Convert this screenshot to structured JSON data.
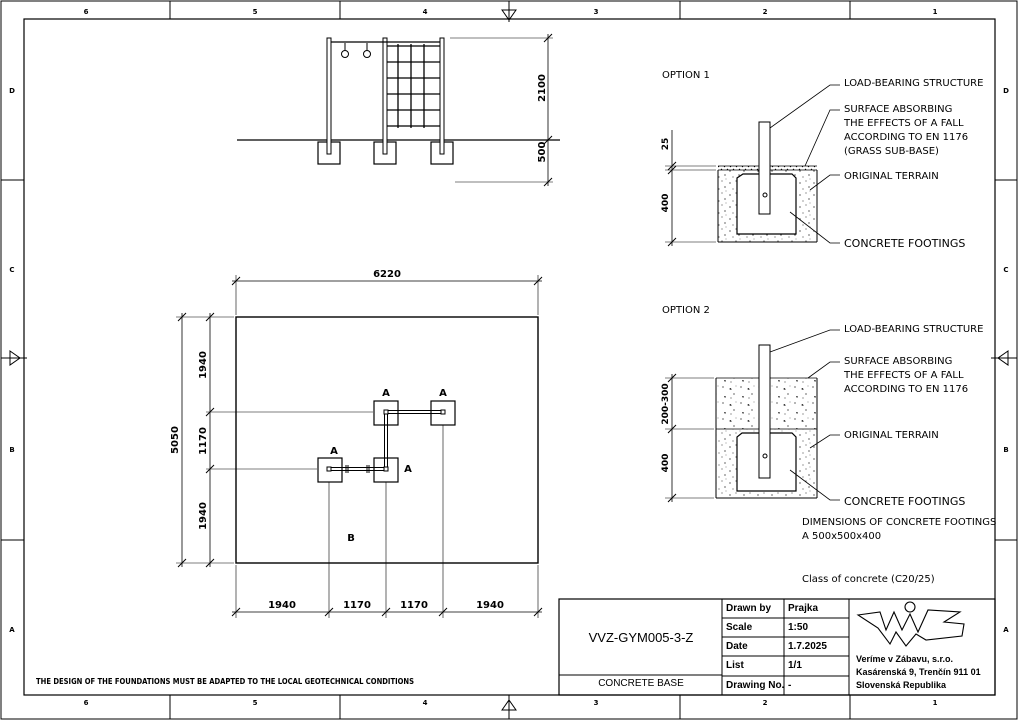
{
  "border": {
    "top_cols": [
      "6",
      "5",
      "4",
      "3",
      "2",
      "1"
    ],
    "bottom_cols": [
      "6",
      "5",
      "4",
      "3",
      "2",
      "1"
    ],
    "left_rows": [
      "D",
      "C",
      "B",
      "A"
    ],
    "right_rows": [
      "D",
      "C",
      "B",
      "A"
    ]
  },
  "elevation": {
    "dim_height": "2100",
    "dim_base": "500"
  },
  "plan": {
    "width": "6220",
    "height": "5050",
    "left_dims": [
      "1940",
      "1170",
      "1940"
    ],
    "bottom_dims": [
      "1940",
      "1170",
      "1170",
      "1940"
    ],
    "footing_labels": [
      "A",
      "A",
      "A",
      "A"
    ],
    "area_label": "B"
  },
  "option1": {
    "title": "OPTION 1",
    "dims": [
      "25",
      "400"
    ],
    "labels": {
      "load": "LOAD-BEARING STRUCTURE",
      "surface": [
        "SURFACE ABSORBING",
        "THE EFFECTS OF A FALL",
        "ACCORDING TO EN 1176",
        "(GRASS SUB-BASE)"
      ],
      "terrain": "ORIGINAL TERRAIN",
      "footings": "CONCRETE FOOTINGS"
    }
  },
  "option2": {
    "title": "OPTION 2",
    "dims": [
      "200-300",
      "400"
    ],
    "labels": {
      "load": "LOAD-BEARING STRUCTURE",
      "surface": [
        "SURFACE ABSORBING",
        "THE EFFECTS OF A FALL",
        "ACCORDING TO EN 1176"
      ],
      "terrain": "ORIGINAL TERRAIN",
      "footings": "CONCRETE FOOTINGS"
    }
  },
  "notes": {
    "footing_dims": [
      "DIMENSIONS OF CONCRETE FOOTINGS",
      "A 500x500x400"
    ],
    "concrete_class": "Class of concrete  (C20/25)",
    "design_note": "THE DESIGN OF THE FOUNDATIONS MUST BE ADAPTED TO THE LOCAL GEOTECHNICAL CONDITIONS"
  },
  "title_block": {
    "drawing_code": "VVZ-GYM005-3-Z",
    "drawing_name": "CONCRETE BASE",
    "rows": [
      {
        "label": "Drawn by",
        "value": "Prajka"
      },
      {
        "label": "Scale",
        "value": "1:50"
      },
      {
        "label": "Date",
        "value": "1.7.2025"
      },
      {
        "label": "List",
        "value": "1/1"
      },
      {
        "label": "Drawing No.",
        "value": "-"
      }
    ],
    "company": [
      "Veríme v Zábavu, s.r.o.",
      "Kasárenská 9, Trenčín 911 01",
      "Slovenská Republika"
    ]
  }
}
